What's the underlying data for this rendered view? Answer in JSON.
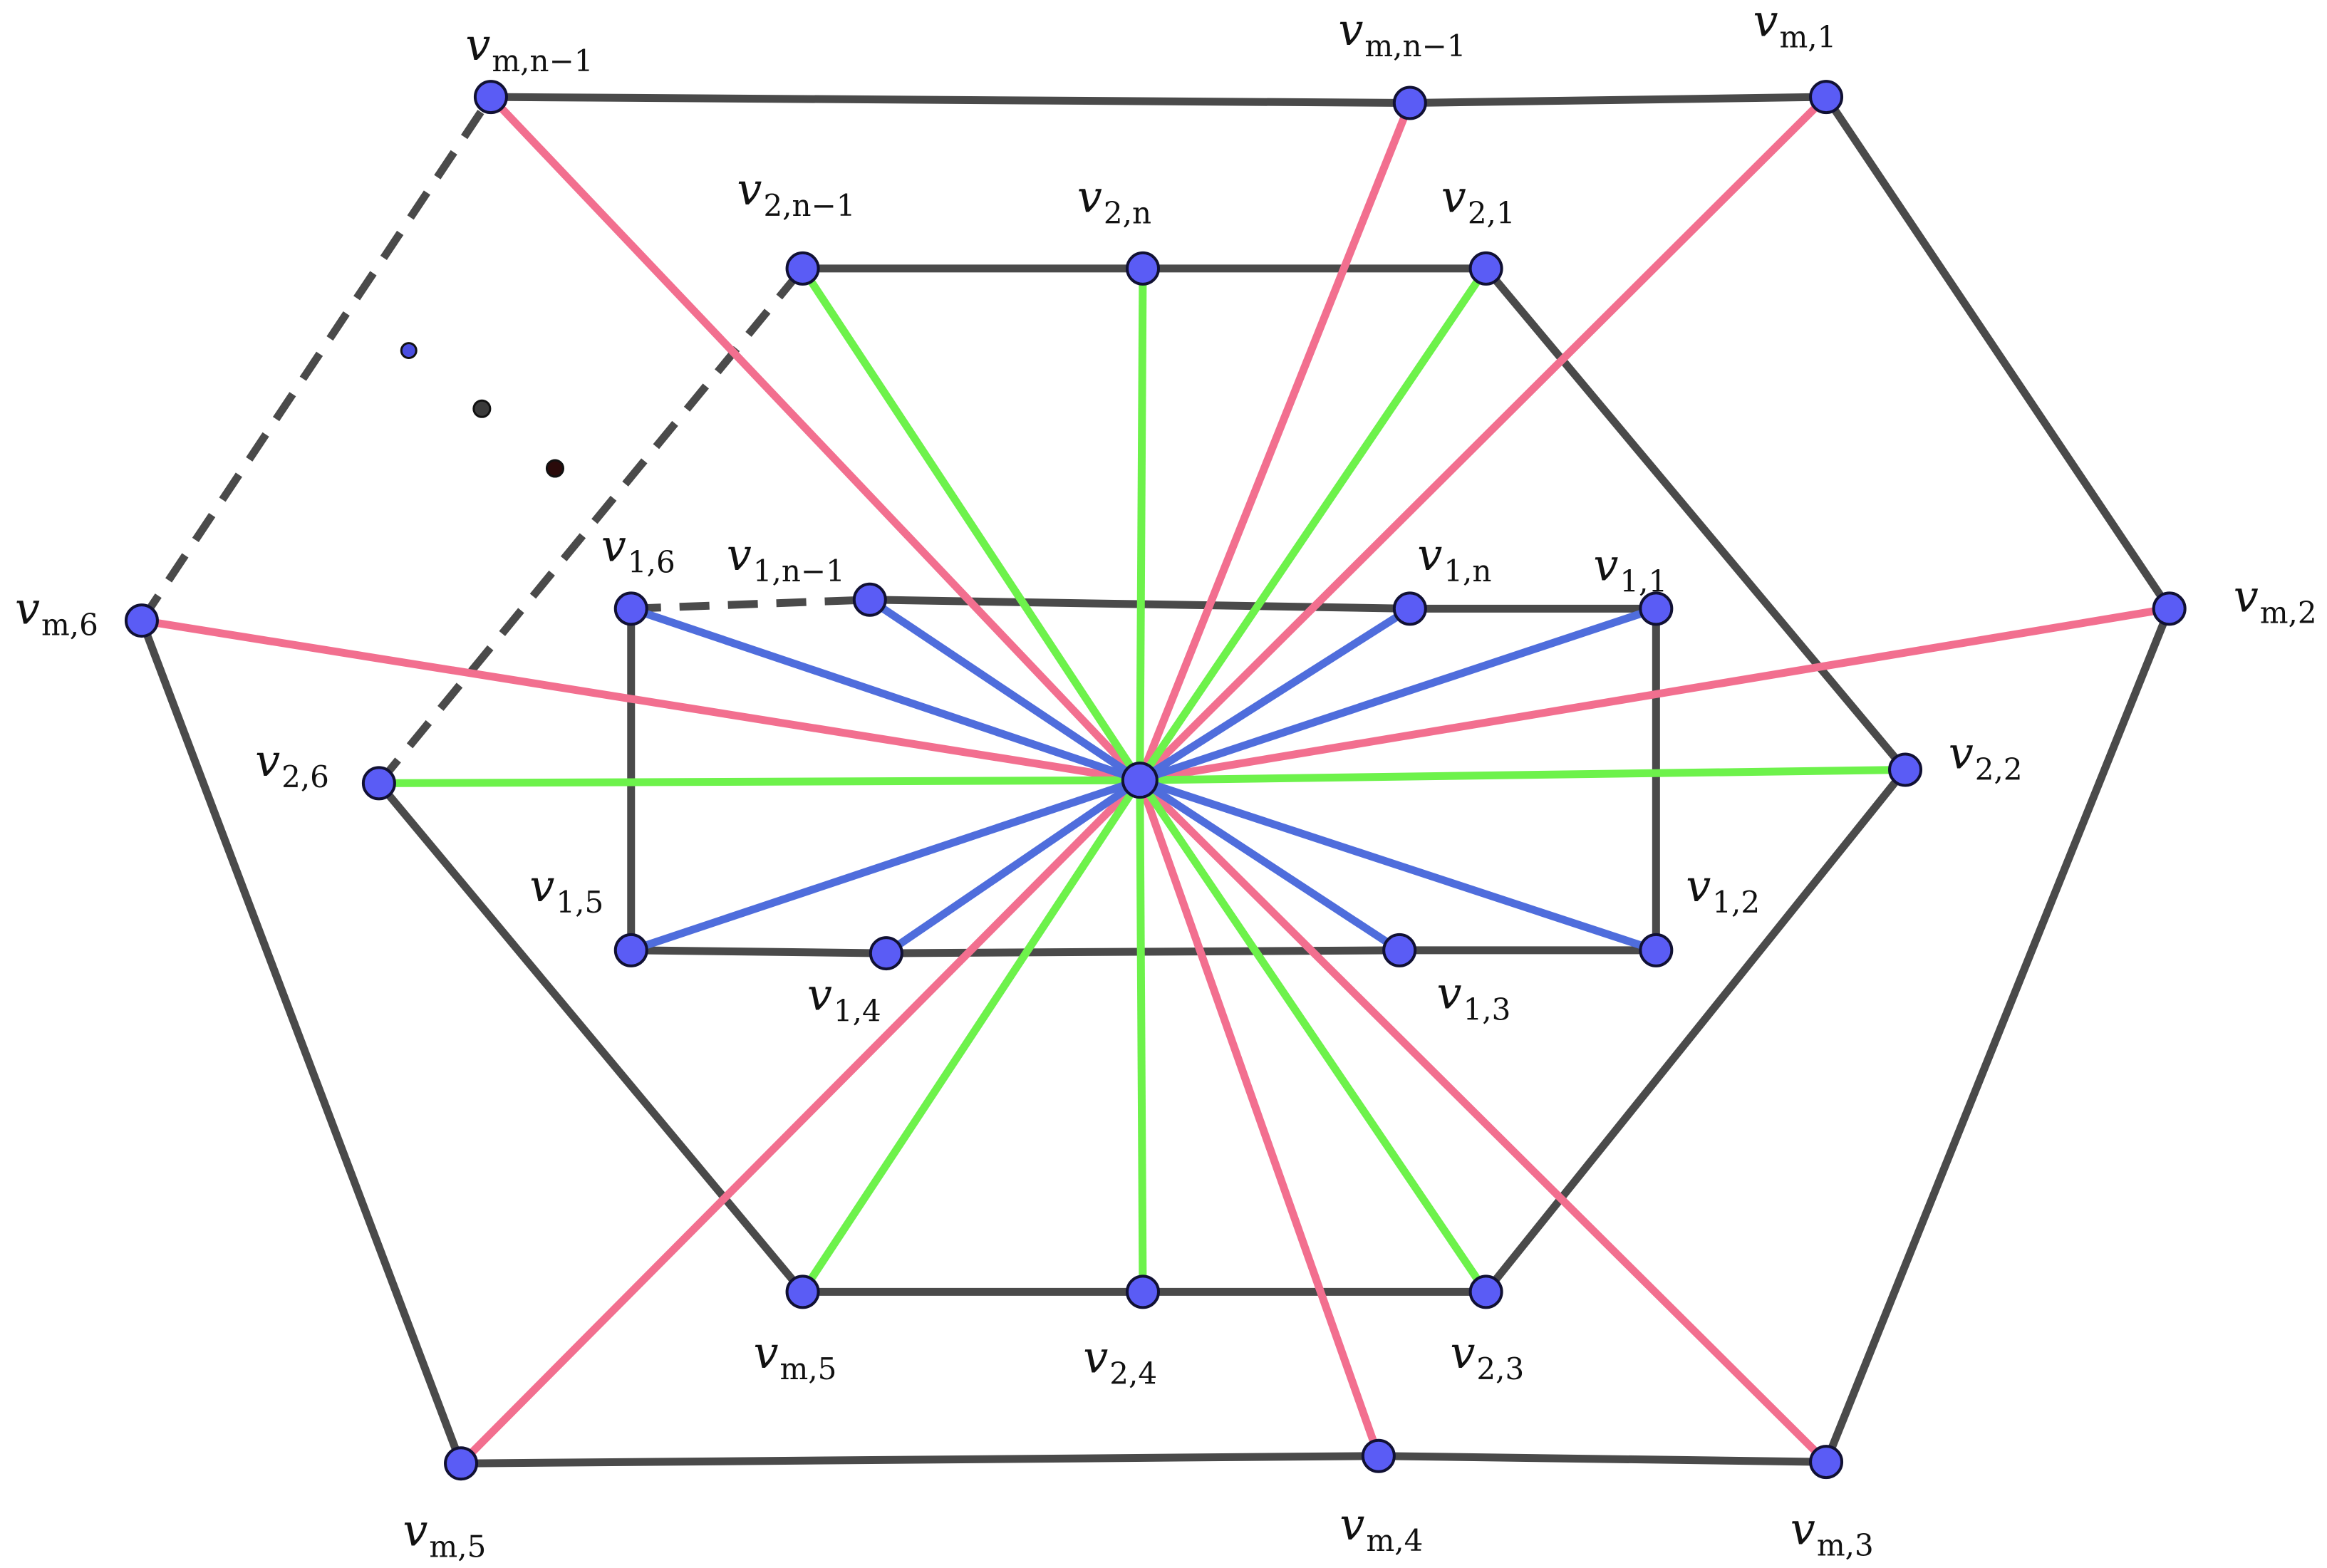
{
  "colors": {
    "background": "#ffffff",
    "outline_edge": "#4a4a4a",
    "inner_spoke": "#4f6ddc",
    "middle_spoke": "#6df24b",
    "outer_spoke": "#f26f8f",
    "vertex_fill": "#5a5cf5",
    "vertex_stroke": "#111133",
    "dot_1": "#4a4ee0",
    "dot_2": "#3a3a3a",
    "dot_3": "#2a0a0a"
  },
  "vertices": [
    {
      "id": "c",
      "base": "",
      "sub": "",
      "name": "hub-vertex"
    },
    {
      "id": "m_n1a",
      "base": "v",
      "sub": "m,n−1",
      "name": "vertex-vm-n-1-left"
    },
    {
      "id": "m_n1b",
      "base": "v",
      "sub": "m,n−1",
      "name": "vertex-vm-n-1-right"
    },
    {
      "id": "m_1",
      "base": "v",
      "sub": "m,1",
      "name": "vertex-vm-1"
    },
    {
      "id": "m_2",
      "base": "v",
      "sub": "m,2",
      "name": "vertex-vm-2"
    },
    {
      "id": "m_3",
      "base": "v",
      "sub": "m,3",
      "name": "vertex-vm-3"
    },
    {
      "id": "m_4",
      "base": "v",
      "sub": "m,4",
      "name": "vertex-vm-4"
    },
    {
      "id": "m_5b",
      "base": "v",
      "sub": "m,5",
      "name": "vertex-vm-5-bottom"
    },
    {
      "id": "m_6",
      "base": "v",
      "sub": "m,6",
      "name": "vertex-vm-6"
    },
    {
      "id": "2_n1",
      "base": "v",
      "sub": "2,n−1",
      "name": "vertex-v2-n-1"
    },
    {
      "id": "2_n",
      "base": "v",
      "sub": "2,n",
      "name": "vertex-v2-n"
    },
    {
      "id": "2_1",
      "base": "v",
      "sub": "2,1",
      "name": "vertex-v2-1"
    },
    {
      "id": "2_2",
      "base": "v",
      "sub": "2,2",
      "name": "vertex-v2-2"
    },
    {
      "id": "2_3",
      "base": "v",
      "sub": "2,3",
      "name": "vertex-v2-3"
    },
    {
      "id": "2_4",
      "base": "v",
      "sub": "2,4",
      "name": "vertex-v2-4"
    },
    {
      "id": "m_5a",
      "base": "v",
      "sub": "m,5",
      "name": "vertex-vm-5-inner"
    },
    {
      "id": "2_6",
      "base": "v",
      "sub": "2,6",
      "name": "vertex-v2-6"
    },
    {
      "id": "1_6",
      "base": "v",
      "sub": "1,6",
      "name": "vertex-v1-6"
    },
    {
      "id": "1_n1",
      "base": "v",
      "sub": "1,n−1",
      "name": "vertex-v1-n-1"
    },
    {
      "id": "1_n",
      "base": "v",
      "sub": "1,n",
      "name": "vertex-v1-n"
    },
    {
      "id": "1_1",
      "base": "v",
      "sub": "1,1",
      "name": "vertex-v1-1"
    },
    {
      "id": "1_2",
      "base": "v",
      "sub": "1,2",
      "name": "vertex-v1-2"
    },
    {
      "id": "1_3",
      "base": "v",
      "sub": "1,3",
      "name": "vertex-v1-3"
    },
    {
      "id": "1_4",
      "base": "v",
      "sub": "1,4",
      "name": "vertex-v1-4"
    },
    {
      "id": "1_5",
      "base": "v",
      "sub": "1,5",
      "name": "vertex-v1-5"
    }
  ],
  "edges": [
    {
      "from": "m_n1a",
      "to": "m_n1b",
      "kind": "outline"
    },
    {
      "from": "m_n1b",
      "to": "m_1",
      "kind": "outline"
    },
    {
      "from": "m_1",
      "to": "m_2",
      "kind": "outline"
    },
    {
      "from": "m_2",
      "to": "m_3",
      "kind": "outline"
    },
    {
      "from": "m_3",
      "to": "m_4",
      "kind": "outline"
    },
    {
      "from": "m_4",
      "to": "m_5b",
      "kind": "outline"
    },
    {
      "from": "m_5b",
      "to": "m_6",
      "kind": "outline"
    },
    {
      "from": "m_6",
      "to": "m_n1a",
      "kind": "dashed"
    },
    {
      "from": "2_n1",
      "to": "2_n",
      "kind": "outline"
    },
    {
      "from": "2_n",
      "to": "2_1",
      "kind": "outline"
    },
    {
      "from": "2_1",
      "to": "2_2",
      "kind": "outline"
    },
    {
      "from": "2_2",
      "to": "2_3",
      "kind": "outline"
    },
    {
      "from": "2_3",
      "to": "2_4",
      "kind": "outline"
    },
    {
      "from": "2_4",
      "to": "m_5a",
      "kind": "outline"
    },
    {
      "from": "m_5a",
      "to": "2_6",
      "kind": "outline"
    },
    {
      "from": "2_6",
      "to": "2_n1",
      "kind": "dashed"
    },
    {
      "from": "1_6",
      "to": "1_n1",
      "kind": "dashed"
    },
    {
      "from": "1_n1",
      "to": "1_n",
      "kind": "outline"
    },
    {
      "from": "1_n",
      "to": "1_1",
      "kind": "outline"
    },
    {
      "from": "1_1",
      "to": "1_2",
      "kind": "outline"
    },
    {
      "from": "1_2",
      "to": "1_3",
      "kind": "outline"
    },
    {
      "from": "1_3",
      "to": "1_4",
      "kind": "outline"
    },
    {
      "from": "1_4",
      "to": "1_5",
      "kind": "outline"
    },
    {
      "from": "1_5",
      "to": "1_6",
      "kind": "outline"
    },
    {
      "from": "c",
      "to": "1_6",
      "kind": "inner"
    },
    {
      "from": "c",
      "to": "1_n1",
      "kind": "inner"
    },
    {
      "from": "c",
      "to": "1_n",
      "kind": "inner"
    },
    {
      "from": "c",
      "to": "1_1",
      "kind": "inner"
    },
    {
      "from": "c",
      "to": "1_2",
      "kind": "inner"
    },
    {
      "from": "c",
      "to": "1_3",
      "kind": "inner"
    },
    {
      "from": "c",
      "to": "1_4",
      "kind": "inner"
    },
    {
      "from": "c",
      "to": "1_5",
      "kind": "inner"
    },
    {
      "from": "c",
      "to": "2_n1",
      "kind": "middle"
    },
    {
      "from": "c",
      "to": "2_n",
      "kind": "middle"
    },
    {
      "from": "c",
      "to": "2_1",
      "kind": "middle"
    },
    {
      "from": "c",
      "to": "2_2",
      "kind": "middle"
    },
    {
      "from": "c",
      "to": "2_3",
      "kind": "middle"
    },
    {
      "from": "c",
      "to": "2_4",
      "kind": "middle"
    },
    {
      "from": "c",
      "to": "m_5a",
      "kind": "middle"
    },
    {
      "from": "c",
      "to": "2_6",
      "kind": "middle"
    },
    {
      "from": "c",
      "to": "m_n1a",
      "kind": "outer"
    },
    {
      "from": "c",
      "to": "m_n1b",
      "kind": "outer"
    },
    {
      "from": "c",
      "to": "m_1",
      "kind": "outer"
    },
    {
      "from": "c",
      "to": "m_2",
      "kind": "outer"
    },
    {
      "from": "c",
      "to": "m_3",
      "kind": "outer"
    },
    {
      "from": "c",
      "to": "m_4",
      "kind": "outer"
    },
    {
      "from": "c",
      "to": "m_5b",
      "kind": "outer"
    },
    {
      "from": "c",
      "to": "m_6",
      "kind": "outer"
    }
  ]
}
